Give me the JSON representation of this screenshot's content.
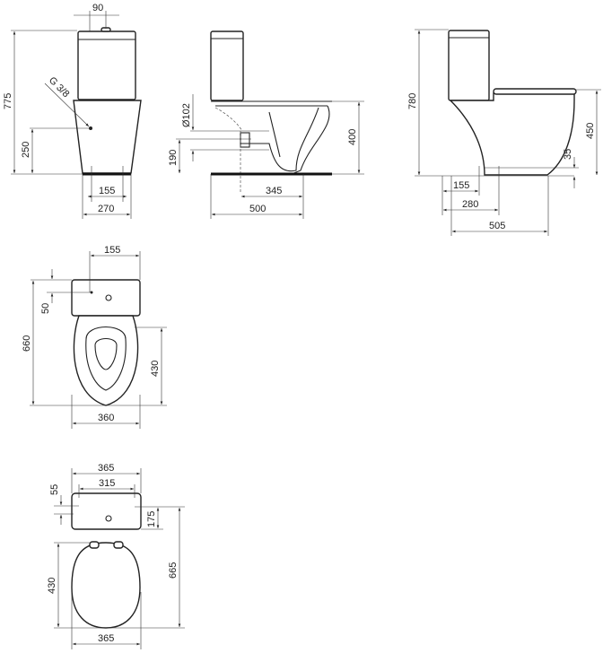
{
  "views": {
    "front": {
      "d_flush": "90",
      "d_height": "775",
      "inlet": "G 3/8",
      "d_inlet_h": "250",
      "d_fix": "155",
      "d_width": "270"
    },
    "side": {
      "d_outlet": "Ø102",
      "d_outlet_h": "190",
      "d_seat_h": "400",
      "d_outlet_dist": "345",
      "d_depth": "500"
    },
    "side_seat": {
      "d_height": "780",
      "d_seat_h": "450",
      "d_fix_h": "35",
      "d_fix1": "155",
      "d_fix2": "280",
      "d_depth": "505"
    },
    "top": {
      "d_tank": "155",
      "d_inlet": "50",
      "d_length": "660",
      "d_bowl": "430",
      "d_width": "360"
    },
    "top_seat": {
      "d_width_top": "365",
      "d_inner": "315",
      "d_inlet": "55",
      "d_tank": "175",
      "d_length": "665",
      "d_bowl": "430",
      "d_width_bottom": "365"
    }
  }
}
